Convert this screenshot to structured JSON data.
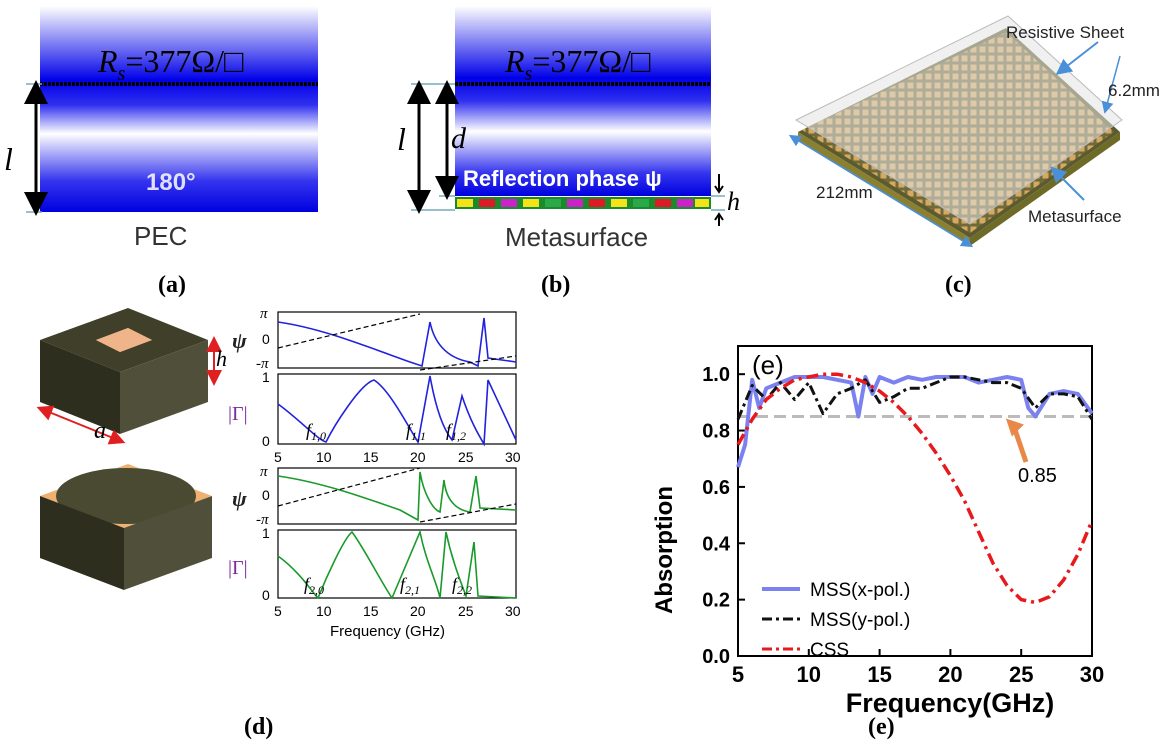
{
  "panel_a": {
    "sheet_label": "R",
    "sheet_sub": "s",
    "sheet_value": "=377Ω/□",
    "length_label": "l",
    "phase_label": "180°",
    "bottom_label": "PEC",
    "caption": "(a)"
  },
  "panel_b": {
    "sheet_label": "R",
    "sheet_sub": "s",
    "sheet_value": "=377Ω/□",
    "length_label": "l",
    "d_label": "d",
    "phase_label": "Reflection phase ψ",
    "h_label": "h",
    "bottom_label": "Metasurface",
    "caption": "(b)"
  },
  "panel_c": {
    "top_label": "Resistive Sheet",
    "thickness_label": "6.2mm",
    "size_label": "212mm",
    "bottom_label": "Metasurface",
    "caption": "(c)"
  },
  "panel_d": {
    "caption": "(d)",
    "h_label": "h",
    "a_label": "a",
    "psi_label": "ψ",
    "gamma_label": "|Γ|",
    "psi_ticks": [
      "π",
      "0",
      "-π"
    ],
    "gamma_ticks": [
      "1",
      "0"
    ],
    "x_ticks": [
      "5",
      "10",
      "15",
      "20",
      "25",
      "30"
    ],
    "xlabel": "Frequency (GHz)",
    "top_modes": [
      {
        "base": "f",
        "sub": "1,0"
      },
      {
        "base": "f",
        "sub": "1,1"
      },
      {
        "base": "f",
        "sub": "1,2"
      }
    ],
    "bottom_modes": [
      {
        "base": "f",
        "sub": "2,0"
      },
      {
        "base": "f",
        "sub": "2,1"
      },
      {
        "base": "f",
        "sub": "2,2"
      }
    ],
    "top_color": "#2222dd",
    "bottom_color": "#1a9a2a"
  },
  "panel_e": {
    "caption": "(e)",
    "inner_label": "(e)",
    "threshold_label": "0.85",
    "colors": {
      "x_pol": "#7b82f0",
      "y_pol": "#111111",
      "css": "#e8191c",
      "threshold": "#bbbbbb",
      "arrow": "#e8894a"
    }
  },
  "chart_data": {
    "type": "line",
    "xlabel": "Frequency(GHz)",
    "ylabel": "Absorption",
    "xlim": [
      5,
      30
    ],
    "ylim": [
      0.0,
      1.1
    ],
    "x_ticks": [
      5,
      10,
      15,
      20,
      25,
      30
    ],
    "y_ticks": [
      "0.0",
      "0.2",
      "0.4",
      "0.6",
      "0.8",
      "1.0"
    ],
    "grid": false,
    "legend_position": "bottom-left",
    "threshold": 0.85,
    "series": [
      {
        "name": "MSS(x-pol.)",
        "style": "solid",
        "x": [
          5,
          5.5,
          6,
          6.5,
          7,
          8,
          9,
          10,
          11,
          12,
          13,
          13.5,
          14,
          14.5,
          15,
          16,
          17,
          18,
          19,
          20,
          21,
          22,
          23,
          24,
          25,
          25.5,
          26,
          27,
          28,
          29,
          30
        ],
        "y": [
          0.67,
          0.75,
          0.98,
          0.88,
          0.95,
          0.97,
          0.99,
          0.99,
          0.99,
          0.98,
          0.97,
          0.85,
          0.99,
          0.93,
          0.99,
          0.97,
          0.99,
          0.98,
          0.99,
          0.99,
          0.99,
          0.97,
          0.98,
          0.99,
          0.98,
          0.88,
          0.85,
          0.93,
          0.94,
          0.93,
          0.86
        ]
      },
      {
        "name": "MSS(y-pol.)",
        "style": "dashdot",
        "x": [
          5,
          6,
          7,
          8,
          9,
          10,
          11,
          12,
          13,
          14,
          15,
          16,
          17,
          18,
          19,
          20,
          21,
          22,
          23,
          24,
          25,
          26,
          27,
          28,
          29,
          30
        ],
        "y": [
          0.84,
          0.96,
          0.91,
          0.97,
          0.91,
          0.97,
          0.86,
          0.93,
          0.95,
          0.98,
          0.9,
          0.92,
          0.95,
          0.95,
          0.97,
          0.99,
          0.99,
          0.98,
          0.97,
          0.97,
          0.95,
          0.88,
          0.93,
          0.93,
          0.92,
          0.84
        ]
      },
      {
        "name": "CSS",
        "style": "dashdot",
        "x": [
          5,
          6,
          7,
          8,
          9,
          10,
          11,
          12,
          13,
          14,
          15,
          16,
          17,
          18,
          19,
          20,
          21,
          22,
          23,
          24,
          25,
          26,
          27,
          28,
          29,
          30
        ],
        "y": [
          0.75,
          0.84,
          0.91,
          0.95,
          0.98,
          0.99,
          1.0,
          1.0,
          0.99,
          0.97,
          0.94,
          0.9,
          0.85,
          0.79,
          0.72,
          0.64,
          0.55,
          0.44,
          0.33,
          0.25,
          0.2,
          0.19,
          0.21,
          0.27,
          0.36,
          0.48
        ]
      }
    ]
  }
}
